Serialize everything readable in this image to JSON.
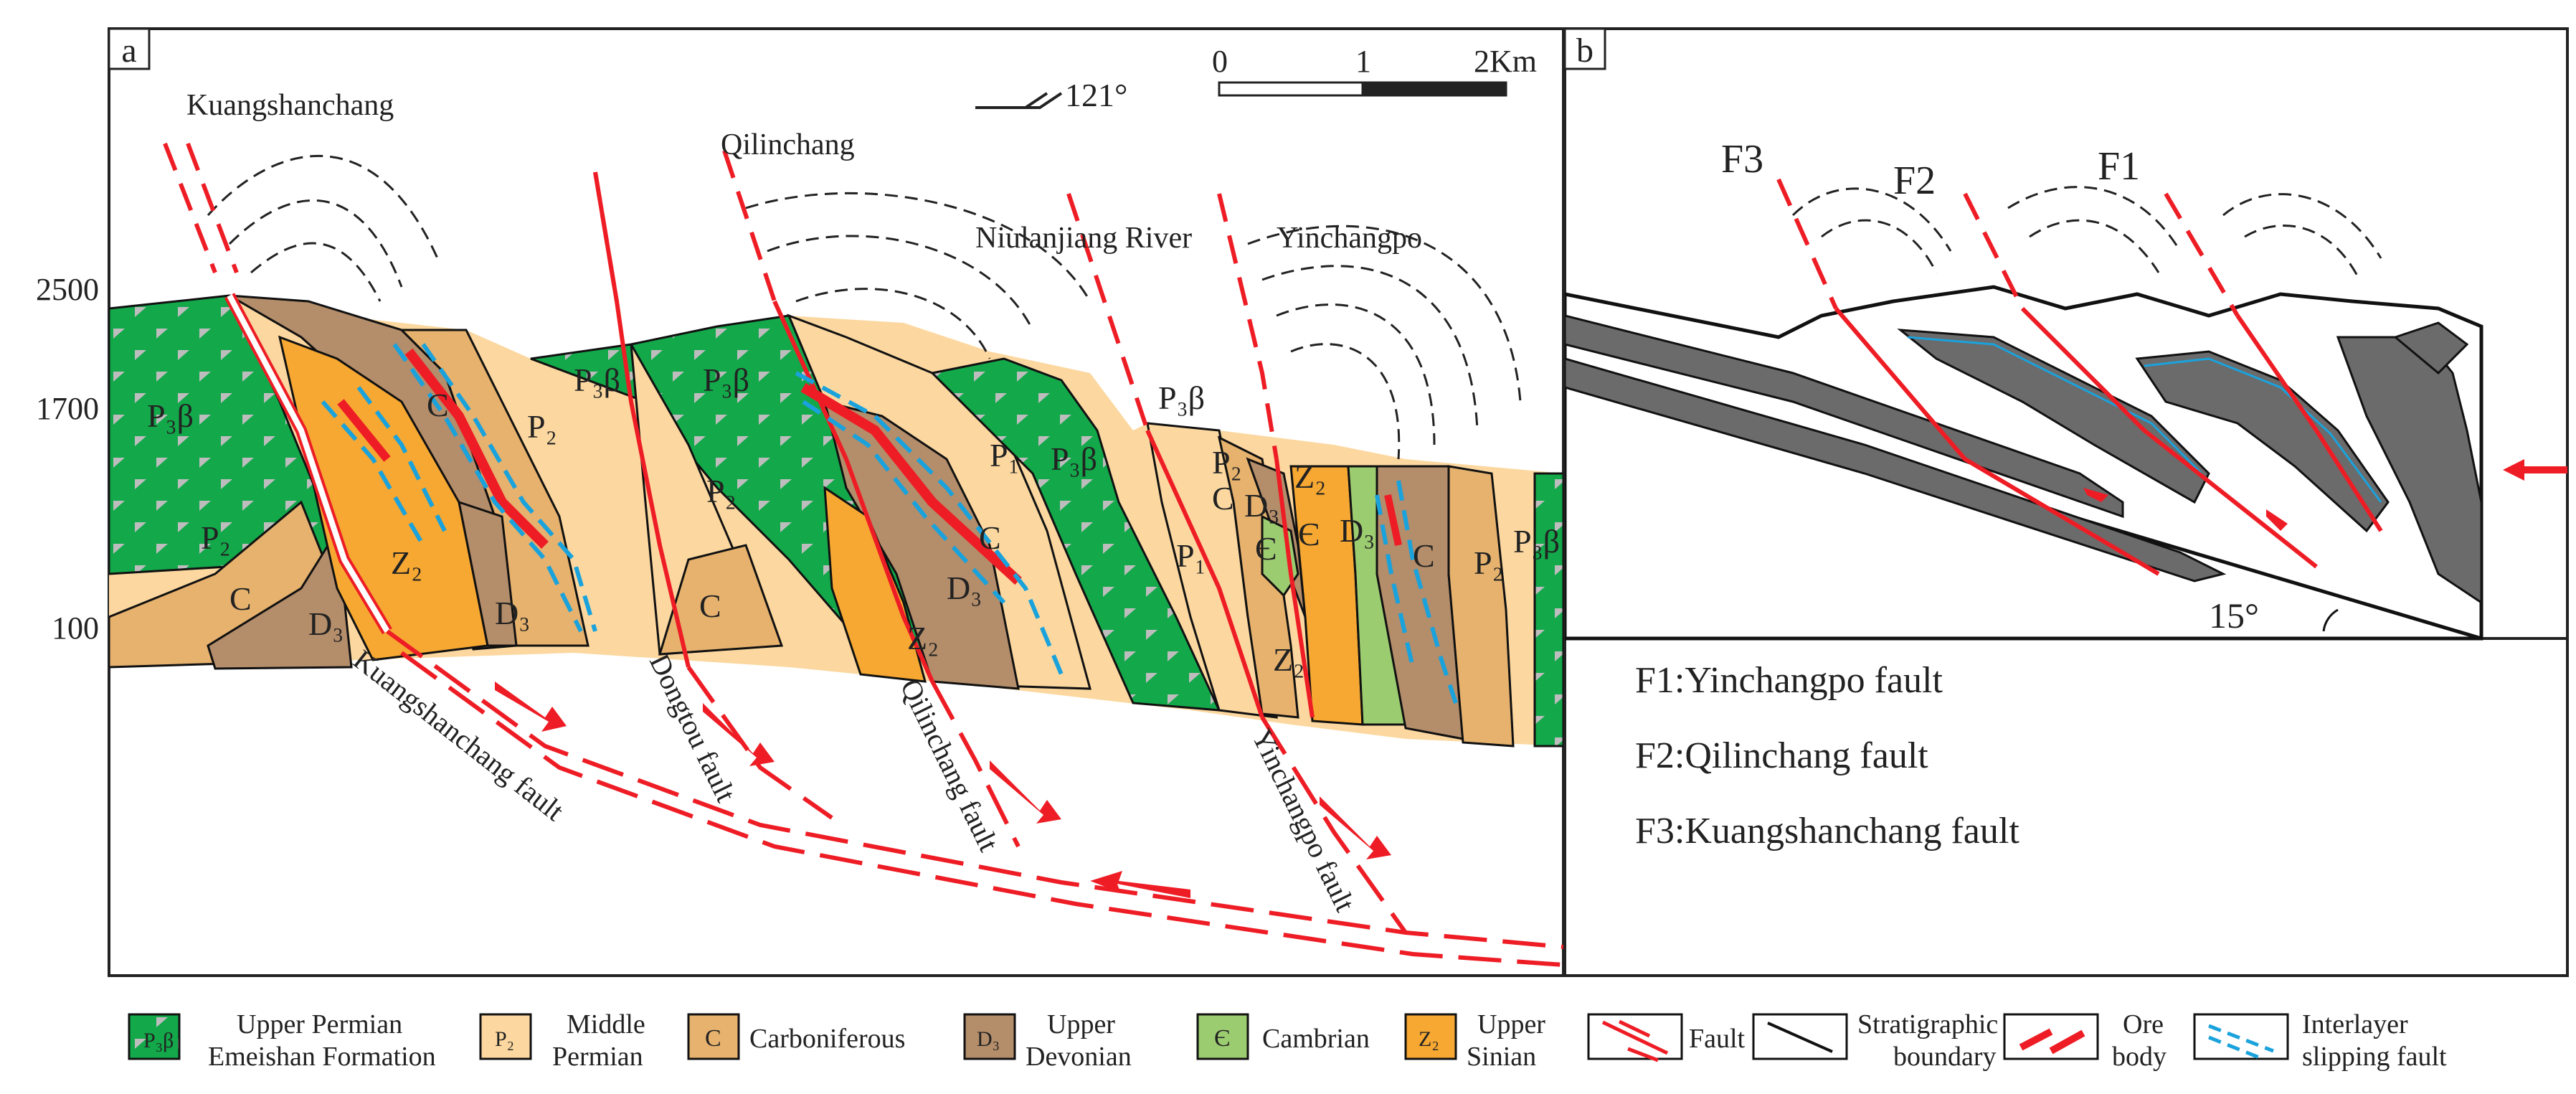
{
  "panel_a": {
    "label": "a",
    "direction": "121°",
    "scale": {
      "t0": "0",
      "t1": "1",
      "t2": "2Km"
    },
    "elevations": [
      "2500",
      "1700",
      "100"
    ],
    "places": {
      "kuangshanchang": "Kuangshanchang",
      "qilinchang": "Qilinchang",
      "niulanjiang": "Niulanjiang River",
      "yinchangpo": "Yinchangpo"
    },
    "faults": {
      "kuangshanchang": "Kuangshanchang fault",
      "dongtou": "Dongtou fault",
      "qilinchang": "Qilinchang fault",
      "yinchangpo": "Yinchangpo fault"
    },
    "units": {
      "p3b": "P₃β",
      "p2": "P₂",
      "p1": "P₁",
      "c": "C",
      "d3": "D₃",
      "z2": "Z₂",
      "cam": "Є"
    }
  },
  "panel_b": {
    "label": "b",
    "f1": "F1",
    "f2": "F2",
    "f3": "F3",
    "angle": "15°",
    "legend": [
      "F1:Yinchangpo fault",
      "F2:Qilinchang fault",
      "F3:Kuangshanchang fault"
    ]
  },
  "legend": {
    "p3b": {
      "symbol": "P₃β",
      "l1": "Upper Permian",
      "l2": "Emeishan Formation"
    },
    "p2": {
      "symbol": "P₂",
      "l1": "Middle",
      "l2": "Permian"
    },
    "c": {
      "symbol": "C",
      "l1": "Carboniferous"
    },
    "d3": {
      "symbol": "D₃",
      "l1": "Upper",
      "l2": "Devonian"
    },
    "cam": {
      "symbol": "Є",
      "l1": "Cambrian"
    },
    "z2": {
      "symbol": "Z₂",
      "l1": "Upper",
      "l2": "Sinian"
    },
    "fault": {
      "l1": "Fault"
    },
    "strat": {
      "l1": "Stratigraphic",
      "l2": "boundary"
    },
    "ore": {
      "l1": "Ore",
      "l2": "body"
    },
    "slip": {
      "l1": "Interlayer",
      "l2": "slipping fault"
    }
  },
  "colors": {
    "emeishan": "#13a84a",
    "middle_permian": "#fcd8a0",
    "carboniferous": "#e6b26e",
    "devonian": "#b48d6a",
    "cambrian": "#9ccc70",
    "sinian": "#f6a832",
    "fault": "#ee1d25",
    "slip": "#1aa2dc",
    "dark_grey": "#6b6b6b"
  }
}
